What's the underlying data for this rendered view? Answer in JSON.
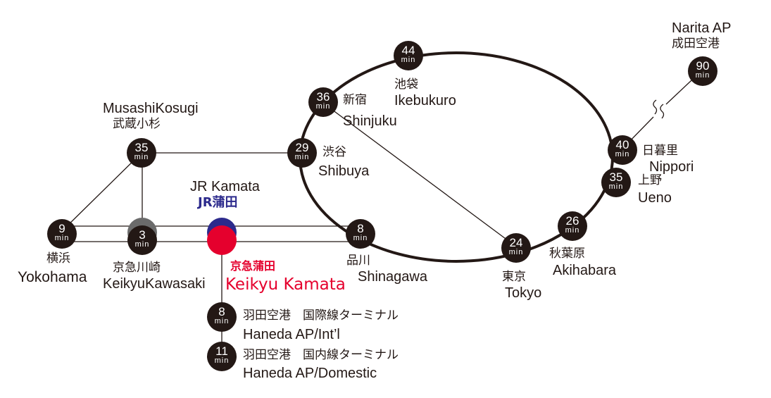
{
  "stations": {
    "ikebukuro": {
      "time": "44",
      "unit": "min",
      "jp": "池袋",
      "en": "Ikebukuro"
    },
    "shinjuku": {
      "time": "36",
      "unit": "min",
      "jp": "新宿",
      "en": "Shinjuku"
    },
    "shibuya": {
      "time": "29",
      "unit": "min",
      "jp": "渋谷",
      "en": "Shibuya"
    },
    "musashikosugi": {
      "time": "35",
      "unit": "min",
      "jp": "武蔵小杉",
      "en": "MusashiKosugi"
    },
    "yokohama": {
      "time": "9",
      "unit": "min",
      "jp": "横浜",
      "en": "Yokohama"
    },
    "keikyukawasaki": {
      "time": "3",
      "unit": "min",
      "jp": "京急川崎",
      "en": "KeikyuKawasaki"
    },
    "shinagawa": {
      "time": "8",
      "unit": "min",
      "jp": "品川",
      "en": "Shinagawa"
    },
    "tokyo": {
      "time": "24",
      "unit": "min",
      "jp": "東京",
      "en": "Tokyo"
    },
    "akihabara": {
      "time": "26",
      "unit": "min",
      "jp": "秋葉原",
      "en": "Akihabara"
    },
    "ueno": {
      "time": "35",
      "unit": "min",
      "jp": "上野",
      "en": "Ueno"
    },
    "nippori": {
      "time": "40",
      "unit": "min",
      "jp": "日暮里",
      "en": "Nippori"
    },
    "narita": {
      "time": "90",
      "unit": "min",
      "jp": "成田空港",
      "en": "Narita AP"
    },
    "haneda_intl": {
      "time": "8",
      "unit": "min",
      "jp": "羽田空港　国際線ターミナル",
      "en": "Haneda AP/Int’l"
    },
    "haneda_dom": {
      "time": "11",
      "unit": "min",
      "jp": "羽田空港　国内線ターミナル",
      "en": "Haneda AP/Domestic"
    }
  },
  "jr_kamata": {
    "en": "JR Kamata",
    "jp": "JR蒲田"
  },
  "keikyu_kamata": {
    "jp": "京急蒲田",
    "en": "Keikyu Kamata"
  },
  "colors": {
    "station": "#231815",
    "jr": "#2c2a8c",
    "keikyu": "#e5002d",
    "line": "#231815",
    "transfer": "#6b6b6b"
  }
}
